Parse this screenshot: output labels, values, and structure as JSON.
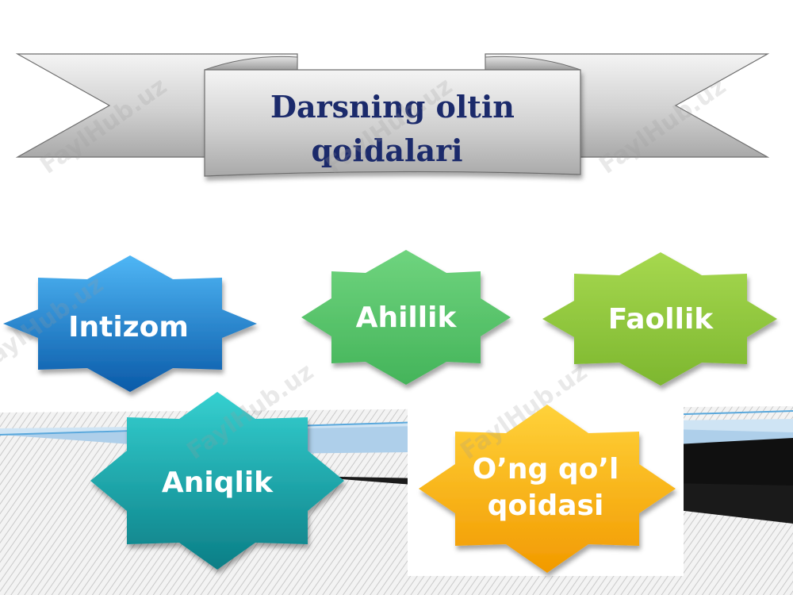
{
  "title": {
    "line1": "Darsning oltin",
    "line2": "qoidalari"
  },
  "rules": [
    {
      "label": "Intizom",
      "color": "#1c84d6"
    },
    {
      "label": "Ahillik",
      "color": "#5cc46a"
    },
    {
      "label": "Faollik",
      "color": "#8dc63f"
    },
    {
      "label": "Aniqlik",
      "color": "#1fb2b2"
    },
    {
      "line1": "O’ng qo’l",
      "line2": "qoidasi",
      "color": "#f5b400"
    }
  ],
  "watermark": "FaylHub.uz",
  "colors": {
    "title_text": "#1b2a6b",
    "banner_fill": "#d6d6d6",
    "accent_blue": "#5aa8dc"
  }
}
